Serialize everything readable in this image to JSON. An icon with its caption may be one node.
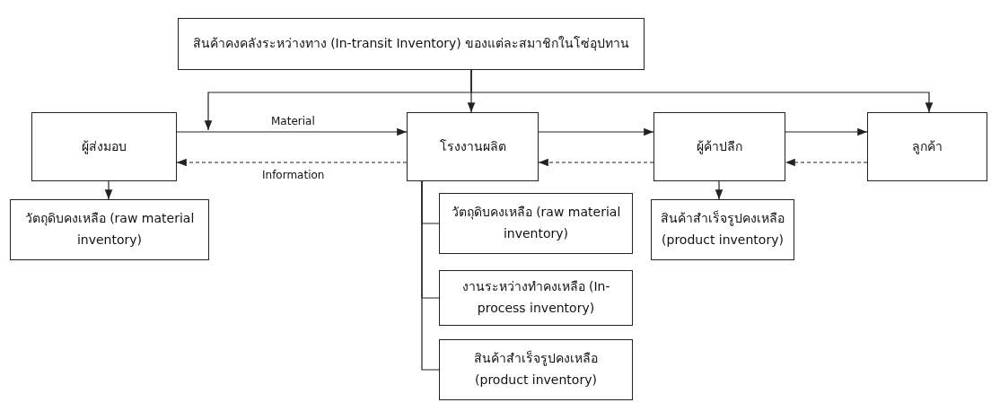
{
  "diagram": {
    "nodes": [
      {
        "text": [
          "สินค้าคงคลังระหว่างทาง (In-transit Inventory) ของแต่ละสมาชิกในโซ่อุปทาน"
        ]
      },
      {
        "text": [
          "ผู้ส่งมอบ"
        ]
      },
      {
        "text": [
          "โรงงานผลิต"
        ]
      },
      {
        "text": [
          "ผู้ค้าปลีก"
        ]
      },
      {
        "text": [
          "ลูกค้า"
        ]
      },
      {
        "text": [
          "วัตถุดิบคงเหลือ (raw material inventory)"
        ]
      },
      {
        "text": [
          "วัตถุดิบคงเหลือ (raw material inventory)"
        ]
      },
      {
        "text": [
          "งานระหว่างทำคงเหลือ (In-process inventory)"
        ]
      },
      {
        "text": [
          "สินค้าสำเร็จรูปคงเหลือ (product inventory)"
        ]
      },
      {
        "text": [
          "สินค้าสำเร็จรูปคงเหลือ (product inventory)"
        ]
      }
    ],
    "edges": [
      {
        "from": 0,
        "to": null,
        "arrow": "to"
      },
      {
        "from": 0,
        "to": 2,
        "arrow": "to"
      },
      {
        "from": 0,
        "to": 4,
        "arrow": "to"
      },
      {
        "from": 1,
        "to": 2,
        "arrow": "to",
        "label": "Material"
      },
      {
        "from": 2,
        "to": 1,
        "arrow": "to",
        "style": "dashed",
        "label": "Information"
      },
      {
        "from": 2,
        "to": 3,
        "arrow": "to"
      },
      {
        "from": 3,
        "to": 2,
        "arrow": "to",
        "style": "dashed"
      },
      {
        "from": 3,
        "to": 4,
        "arrow": "to"
      },
      {
        "from": 4,
        "to": 3,
        "arrow": "to",
        "style": "dashed"
      },
      {
        "from": 1,
        "to": 5,
        "arrow": "to"
      },
      {
        "from": 2,
        "to": 6,
        "arrow": "none"
      },
      {
        "from": 2,
        "to": 7,
        "arrow": "none"
      },
      {
        "from": 2,
        "to": 8,
        "arrow": "none"
      },
      {
        "from": 3,
        "to": 9,
        "arrow": "to"
      }
    ]
  }
}
